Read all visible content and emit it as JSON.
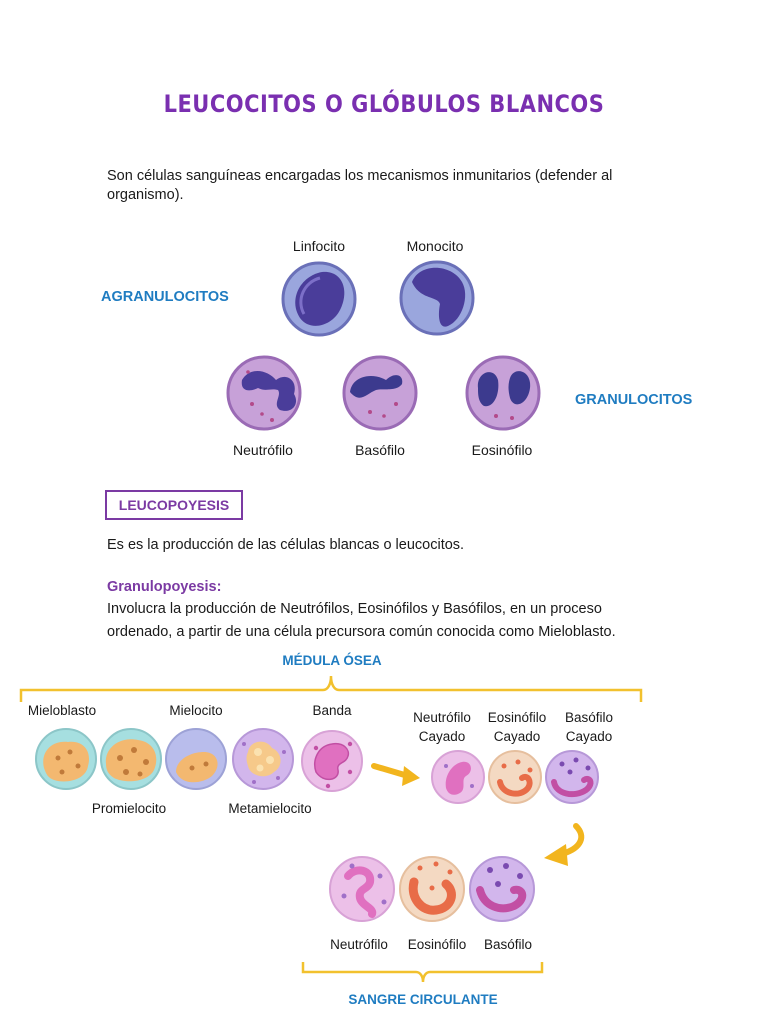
{
  "title": "LEUCOCITOS O GLÓBULOS BLANCOS",
  "intro": "Son células sanguíneas encargadas los mecanismos inmunitarios (defender al organismo).",
  "agranulocitos": {
    "heading": "AGRANULOCITOS",
    "cells": [
      "Linfocito",
      "Monocito"
    ]
  },
  "granulocitos": {
    "heading": "GRANULOCITOS",
    "cells": [
      "Neutrófilo",
      "Basófilo",
      "Eosinófilo"
    ]
  },
  "leucopoyesis": {
    "heading": "LEUCOPOYESIS",
    "definition": "Es es la producción de las células blancas o leucocitos.",
    "sub_heading": "Granulopoyesis:",
    "description": "Involucra la producción de Neutrófilos, Eosinófilos y Basófilos, en un proceso ordenado, a partir de una célula precursora común conocida como Mieloblasto."
  },
  "diagram": {
    "medula_label": "MÉDULA ÓSEA",
    "top_labels": [
      "Mieloblasto",
      "Mielocito",
      "Banda"
    ],
    "bottom_labels": [
      "Promielocito",
      "Metamielocito"
    ],
    "cayado_labels": [
      {
        "line1": "Neutrófilo",
        "line2": "Cayado"
      },
      {
        "line1": "Eosinófilo",
        "line2": "Cayado"
      },
      {
        "line1": "Basófilo",
        "line2": "Cayado"
      }
    ],
    "mature_labels": [
      "Neutrófilo",
      "Eosinófilo",
      "Basófilo"
    ],
    "sangre_label": "SANGRE CIRCULANTE"
  },
  "colors": {
    "title": "#7a2fb0",
    "headings_blue": "#1f7cc1",
    "purple_accent": "#7b3aa3",
    "bracket": "#f2c12e"
  }
}
